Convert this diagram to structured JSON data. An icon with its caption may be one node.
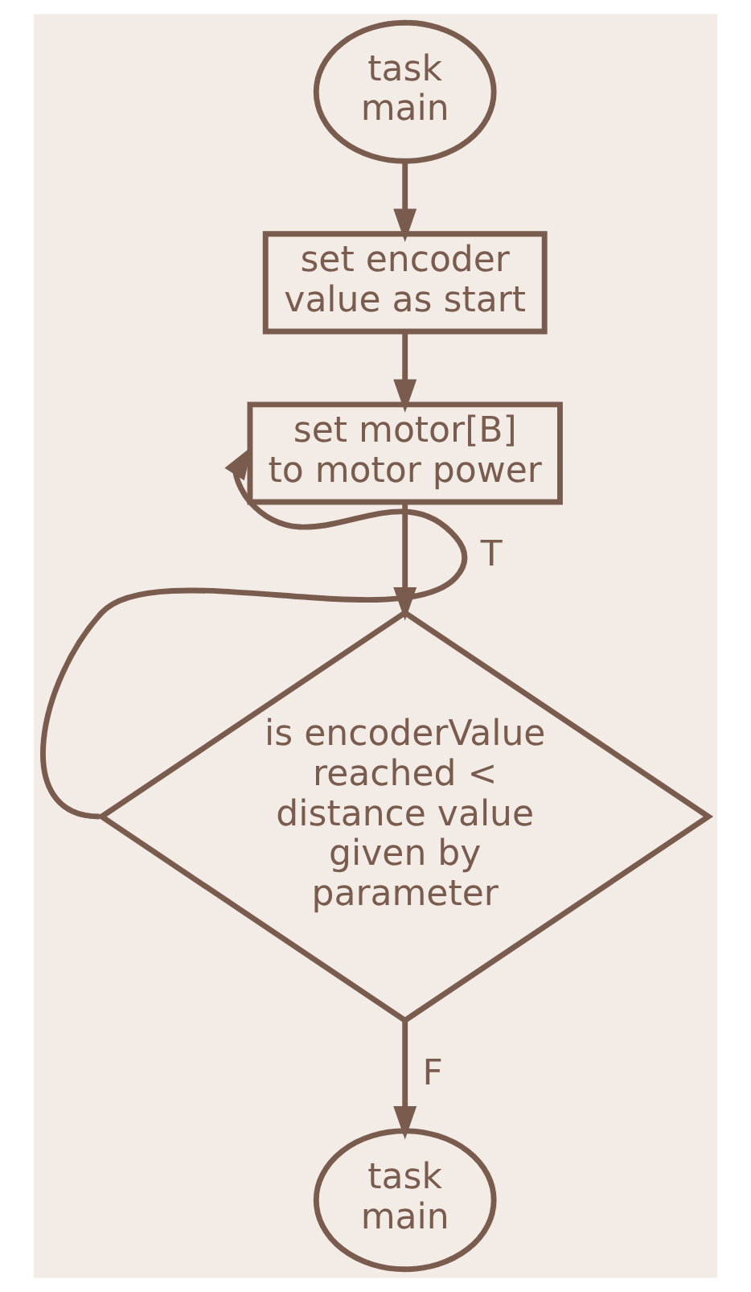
{
  "diagram": {
    "nodes": [
      {
        "text": [
          "task main"
        ]
      },
      {
        "text": [
          "set encoder value as start"
        ]
      },
      {
        "text": [
          "set motor[B] to motor power"
        ]
      },
      {
        "text": [
          "is encoderValue reached < distance value given by parameter"
        ]
      },
      {
        "text": [
          "task main"
        ]
      }
    ],
    "edges": [
      {
        "from": 0,
        "to": 1,
        "arrow": "to"
      },
      {
        "from": 1,
        "to": 2,
        "arrow": "to"
      },
      {
        "from": 2,
        "to": 3,
        "arrow": "to"
      },
      {
        "from": 3,
        "to": 2,
        "arrow": "to",
        "label": "T"
      },
      {
        "from": 3,
        "to": 4,
        "arrow": "to",
        "label": "F"
      }
    ]
  }
}
